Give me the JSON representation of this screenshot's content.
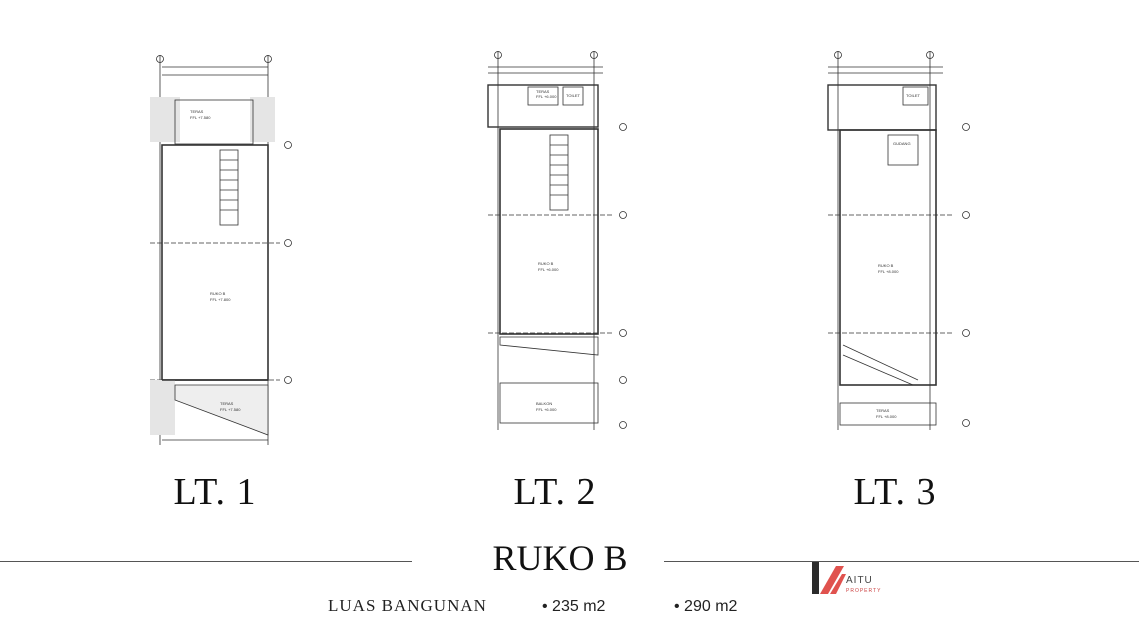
{
  "plans": [
    {
      "floor_label": "LT. 1",
      "rooms": [
        "TERAS",
        "FFL +7.580",
        "RUKO B",
        "FFL +7.800",
        "TERAS",
        "FFL +7.580"
      ]
    },
    {
      "floor_label": "LT. 2",
      "rooms": [
        "TERAS",
        "FFL +6.000",
        "TOILET",
        "RUKO B",
        "FFL +6.000",
        "BALKON",
        "FFL +6.000"
      ]
    },
    {
      "floor_label": "LT. 3",
      "rooms": [
        "TOILET",
        "GUDANG",
        "RUKO B",
        "FFL +8.000",
        "TERAS",
        "FFL +8.000"
      ]
    }
  ],
  "title": "RUKO B",
  "area": {
    "label": "LUAS BANGUNAN",
    "values": [
      "• 235 m2",
      "• 290 m2"
    ]
  },
  "logo": {
    "text": "AITU",
    "sub": "PROPERTY",
    "colors": {
      "dark": "#2b2b2b",
      "red": "#e0524e"
    }
  }
}
